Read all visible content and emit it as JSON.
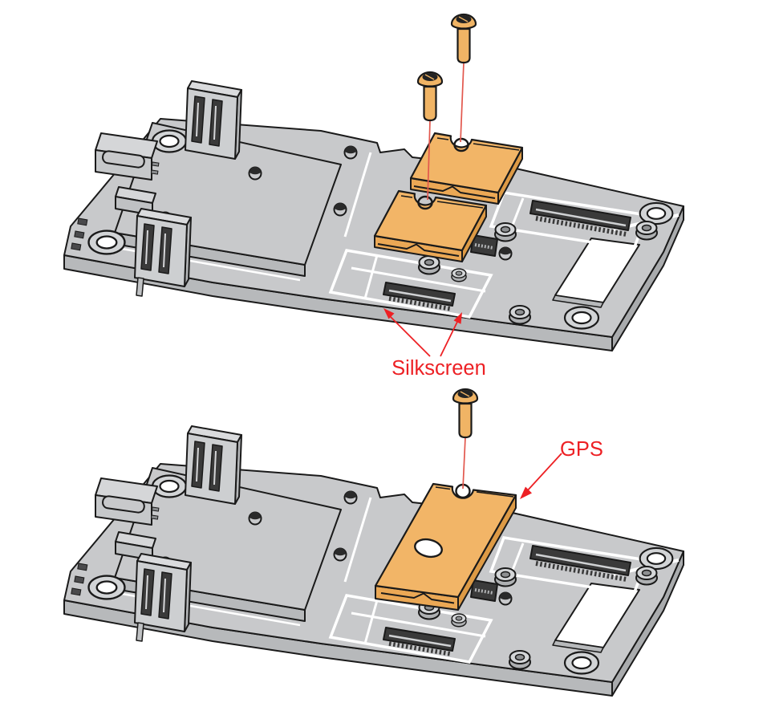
{
  "diagram": {
    "title": "GPS module installation illustration",
    "background": "#FFFFFF",
    "labels": {
      "silkscreen": "Silkscreen",
      "gps": "GPS"
    },
    "figures": [
      {
        "name": "exploded-view",
        "description": "Two modules and two screws aligned above silkscreen outlines on carrier board",
        "annotation": {
          "text": "Silkscreen",
          "color": "#ED2024",
          "arrows": 2,
          "points_to": "silkscreen-outline"
        },
        "parts": [
          "pcb-assembly",
          "small-module",
          "small-module",
          "screw",
          "screw"
        ]
      },
      {
        "name": "installed-view",
        "description": "GPS module mounted on carrier board with one screw above",
        "annotation": {
          "text": "GPS",
          "color": "#ED2024",
          "arrows": 1,
          "points_to": "gps-module"
        },
        "parts": [
          "pcb-assembly",
          "gps-module",
          "screw"
        ]
      }
    ],
    "colors": {
      "board": "#C8C9CB",
      "board_side": "#B7B9BB",
      "board_side_dark": "#A9ABAD",
      "component_light": "#D5D6D8",
      "connector_dark": "#3A3A3A",
      "module": "#F2B567",
      "module_side": "#EBA855",
      "module_side_dark": "#DD9A45",
      "screw": "#F0B465",
      "outline": "#1A1A1A",
      "annotation_red": "#ED2024",
      "leader_line_red": "#E2574D",
      "silkscreen_white": "#FFFFFF"
    }
  }
}
